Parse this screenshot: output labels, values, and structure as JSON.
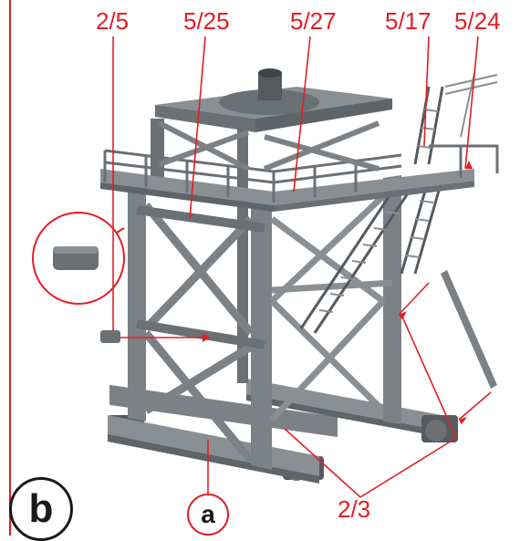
{
  "callouts": {
    "part_2_5": "2/5",
    "part_5_25": "5/25",
    "part_5_27": "5/27",
    "part_5_17": "5/17",
    "part_5_24": "5/24",
    "part_2_3": "2/3"
  },
  "markers": {
    "step": "b",
    "detail": "a"
  },
  "colors": {
    "accent": "#e31e24",
    "steel_dark": "#555a5e",
    "steel_mid": "#7c8185",
    "steel_light": "#a3a7aa",
    "ink": "#1a1a1a"
  }
}
